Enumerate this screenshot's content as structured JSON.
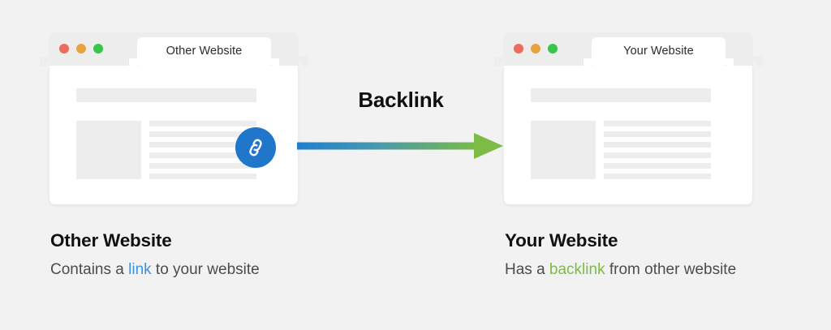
{
  "background_color": "#f2f2f2",
  "diagram": {
    "type": "flow",
    "title_text": "Backlink",
    "direction": "left-to-right",
    "arrow": {
      "label": "Backlink",
      "gradient_start": "#1f7fd0",
      "gradient_end": "#7cbb45",
      "head_color": "#7cbb45"
    },
    "nodes": [
      {
        "id": "other-website",
        "window": {
          "tab_title": "Other Website",
          "traffic_lights": [
            "red",
            "yellow",
            "green"
          ],
          "traffic_light_colors": {
            "red": "#ec6a5e",
            "yellow": "#e8a33d",
            "green": "#34c749"
          },
          "content_lines": 6,
          "has_thumbnail": true,
          "has_hero_bar": true,
          "badge": {
            "icon": "link-icon",
            "color": "#2077c9",
            "visible": true
          }
        },
        "caption": {
          "title": "Other Website",
          "text_before": "Contains a ",
          "highlight": "link",
          "highlight_color": "#3d92dd",
          "text_after": " to your website"
        }
      },
      {
        "id": "your-website",
        "window": {
          "tab_title": "Your Website",
          "traffic_lights": [
            "red",
            "yellow",
            "green"
          ],
          "traffic_light_colors": {
            "red": "#ec6a5e",
            "yellow": "#e8a33d",
            "green": "#34c749"
          },
          "content_lines": 6,
          "has_thumbnail": true,
          "has_hero_bar": true,
          "badge": {
            "icon": "link-icon",
            "color": "#2077c9",
            "visible": false
          }
        },
        "caption": {
          "title": "Your Website",
          "text_before": "Has a ",
          "highlight": "backlink",
          "highlight_color": "#7cbb45",
          "text_after": " from other website"
        }
      }
    ]
  }
}
